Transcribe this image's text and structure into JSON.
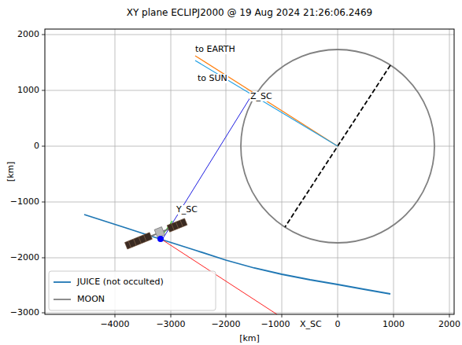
{
  "diagram": {
    "title": "XY plane ECLIPJ2000 @ 19 Aug 2024 21:26:06.2469",
    "labels": [
      "2000",
      "1000",
      "0",
      "−1000",
      "−2000",
      "−3000",
      "−4000",
      "−3000",
      "−2000",
      "−1000",
      "0",
      "1000",
      "2000",
      "[km]",
      "[km]",
      "to EARTH",
      "to SUN",
      "Z_SC",
      "Y_SC",
      "X_SC"
    ],
    "legend": [
      {
        "text": "JUICE (not occulted)"
      },
      {
        "text": "MOON"
      }
    ]
  }
}
